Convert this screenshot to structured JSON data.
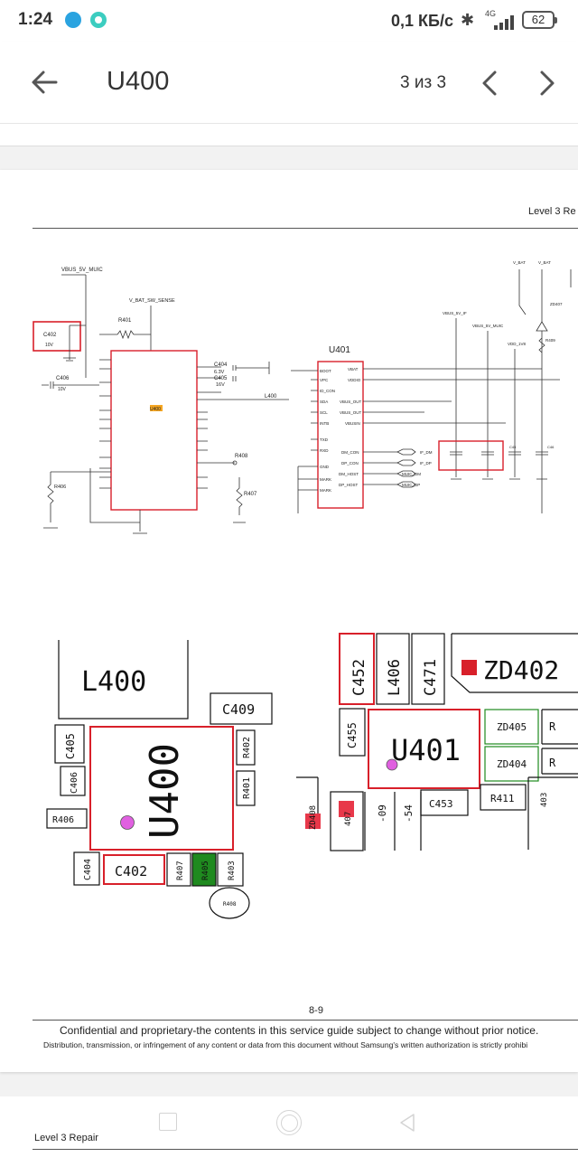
{
  "status_bar": {
    "time": "1:24",
    "net_speed": "0,1 КБ/с",
    "network": "4G",
    "battery": "62",
    "icons": [
      "telegram-icon",
      "ring-app-icon",
      "bluetooth-icon",
      "signal-icon",
      "battery-icon"
    ]
  },
  "toolbar": {
    "title": "U400",
    "pager": "3 из 3"
  },
  "page": {
    "header": "Level 3 Re",
    "page_number": "8-9",
    "confidential": "Confidential and proprietary-the contents in this service guide subject to change without prior notice.",
    "distribution": "Distribution, transmission, or infringement of any content or data from this document without Samsung's written authorization is strictly prohibi"
  },
  "schematic": {
    "ic_u400": "U400",
    "ic_u401": "U401",
    "nets": [
      "VBUS_5V_MUIC",
      "V_BAT_SW_SENSE",
      "L400",
      "VBUS_5V_IF",
      "VBUS_5V_MUIC",
      "VDD_1V8",
      "V_BAT",
      "V_BAT"
    ],
    "parts": [
      "C402",
      "10V",
      "C406",
      "10V",
      "R401",
      "C404",
      "6.3V",
      "C405",
      "16V",
      "R408",
      "R407",
      "R406",
      "ZD407",
      "R409",
      "C45",
      "C46"
    ],
    "u401_left_pins": [
      "BOOT",
      "VPC",
      "ID_CON",
      "SDA",
      "SCL",
      "INTB",
      "TXD",
      "RXD",
      "GND",
      "MARK",
      "MARK"
    ],
    "u401_right_pins": [
      "VBAT",
      "VDDIO",
      "VBUS_OUT",
      "VBUS_OUT",
      "VBUSIN",
      "DM_CON",
      "DP_CON",
      "DM_HOST",
      "DP_HOST"
    ],
    "u401_net_labels": [
      "IF_DM",
      "IF_DP",
      "MUIC_DM",
      "MUIC_DP"
    ]
  },
  "board": {
    "labels": [
      "L400",
      "C409",
      "C405",
      "R402",
      "C406",
      "R401",
      "R406",
      "C404",
      "C402",
      "R407",
      "R405",
      "R403",
      "R408",
      "U400",
      "C452",
      "L406",
      "C471",
      "ZD402",
      "C455",
      "U401",
      "ZD405",
      "ZD404",
      "R",
      "R",
      "ZD408",
      "407",
      "-09",
      "-54",
      "C453",
      "R411",
      "403"
    ]
  },
  "next_page": {
    "header": "Level 3 Repair"
  },
  "colors": {
    "highlight": "#d8202a",
    "green_part": "#1f8a1f",
    "marker": "#e060e0"
  }
}
